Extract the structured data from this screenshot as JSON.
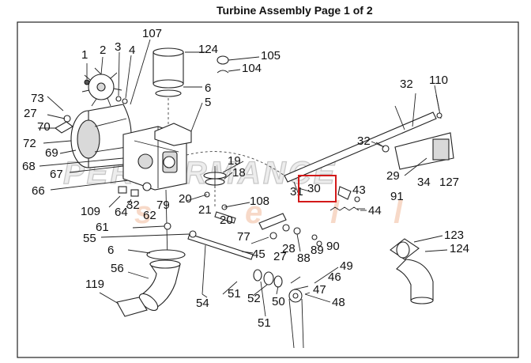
{
  "page": {
    "title": "Turbine Assembly Page 1 of 2"
  },
  "watermark": {
    "text": "PERFORMANCE",
    "glyphs": [
      "s",
      "e",
      "l",
      "l"
    ]
  },
  "callouts": {
    "c1": "1",
    "c2": "2",
    "c3": "3",
    "c4": "4",
    "c107": "107",
    "c124a": "124",
    "c105": "105",
    "c104": "104",
    "c6a": "6",
    "c5": "5",
    "c32a": "32",
    "c110": "110",
    "c73": "73",
    "c27a": "27",
    "c70": "70",
    "c72": "72",
    "c69": "69",
    "c68": "68",
    "c67": "67",
    "c66": "66",
    "c32b": "32",
    "c19": "19",
    "c18": "18",
    "c29": "29",
    "c34": "34",
    "c127": "127",
    "c30": "30",
    "c31": "31",
    "c43": "43",
    "c91": "91",
    "c20a": "20",
    "c108": "108",
    "c44": "44",
    "c109": "109",
    "c64": "64",
    "c32c": "32",
    "c79": "79",
    "c21": "21",
    "c20b": "20",
    "c62": "62",
    "c61": "61",
    "c55": "55",
    "c77": "77",
    "c28": "28",
    "c90": "90",
    "c6b": "6",
    "c45": "45",
    "c27b": "27",
    "c88": "88",
    "c89": "89",
    "c123": "123",
    "c124b": "124",
    "c56": "56",
    "c49": "49",
    "c46": "46",
    "c119": "119",
    "c47": "47",
    "c51a": "51",
    "c52": "52",
    "c50": "50",
    "c54": "54",
    "c48": "48",
    "c51b": "51"
  }
}
